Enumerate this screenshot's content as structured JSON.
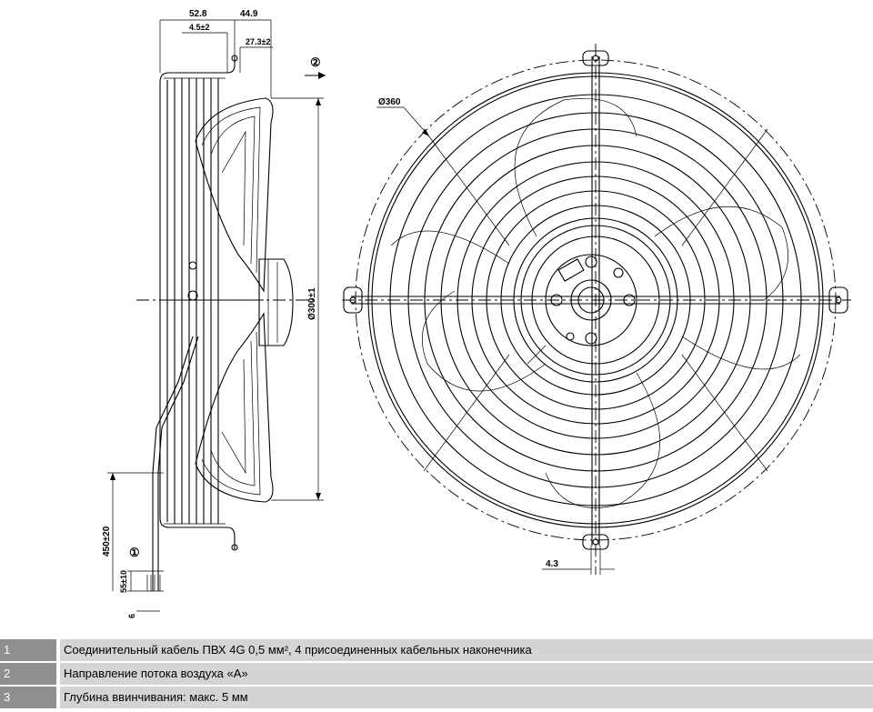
{
  "dimensions": {
    "d_52_8": "52.8",
    "d_44_9": "44.9",
    "d_4_5": "4.5±2",
    "d_27_3": "27.3±2",
    "d_300": "Ø300±1",
    "d_360": "Ø360",
    "d_450": "450±20",
    "d_55": "55±10",
    "d_6": "6",
    "d_4_3": "4.3"
  },
  "callouts": {
    "airflow_marker": "②",
    "cable_marker": "①"
  },
  "legend": [
    {
      "num": "1",
      "text": "Соединительный кабель ПВХ 4G 0,5 мм², 4 присоединенных кабельных наконечника"
    },
    {
      "num": "2",
      "text": "Направление потока воздуха «A»"
    },
    {
      "num": "3",
      "text": "Глубина ввинчивания: макс. 5 мм"
    }
  ]
}
